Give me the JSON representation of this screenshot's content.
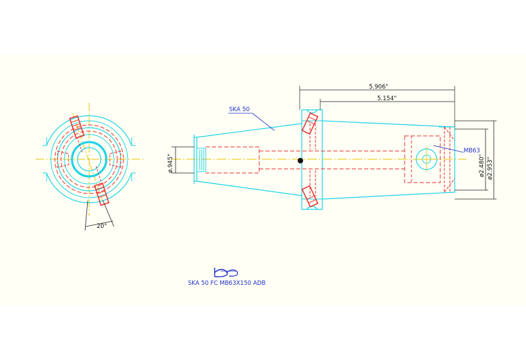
{
  "drawing": {
    "part_label": "SKA 50",
    "pocket_label": "MB63",
    "title": "SKA 50 FC MB63X150 ADB",
    "dimensions": {
      "overall_length": "5.906\"",
      "body_length": "5.154\"",
      "small_diameter": "ø.945\"",
      "bore_diameter": "ø2.480\"",
      "outer_diameter": "ø2.953\"",
      "angle": "20°"
    },
    "colors": {
      "outline": "#22d3e6",
      "hidden": "#e83030",
      "centerline": "#e8c400",
      "leader": "#2030c8",
      "dimension": "#222222",
      "panel": "#fffff6"
    }
  }
}
